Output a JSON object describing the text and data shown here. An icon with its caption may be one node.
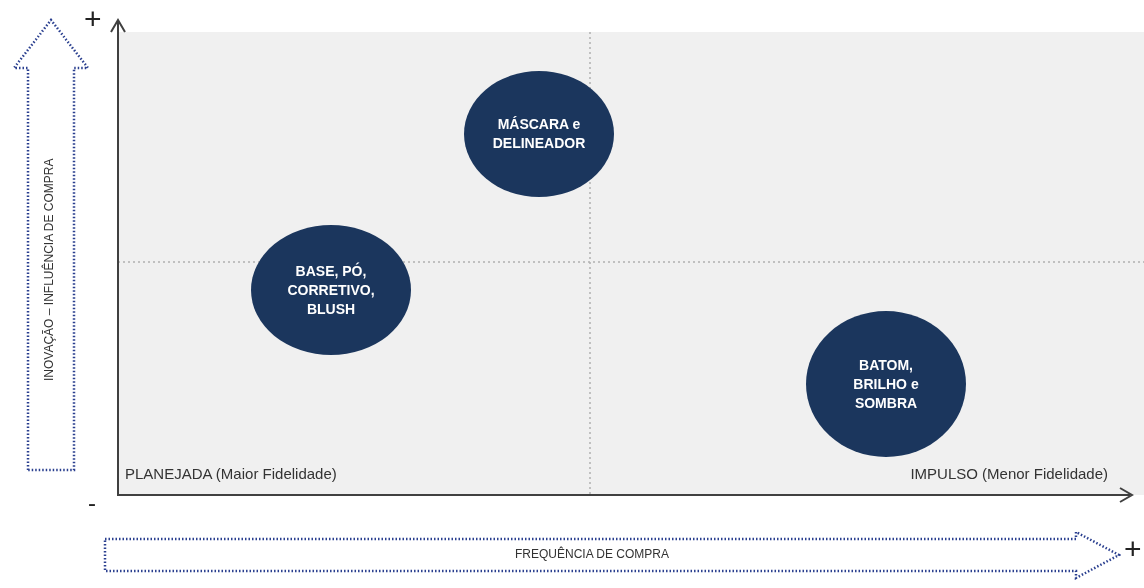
{
  "diagram": {
    "nodes": [
      {
        "text": [
          "INOVAÇÃO – INFLUÊNCIA DE COMPRA"
        ]
      },
      {
        "text": [
          "MÁSCARA e DELINEADOR"
        ]
      },
      {
        "text": [
          "BASE, PÓ, CORRETIVO, BLUSH"
        ]
      },
      {
        "text": [
          "BATOM, BRILHO e SOMBRA"
        ]
      },
      {
        "text": [
          "FREQUÊNCIA DE COMPRA"
        ]
      }
    ],
    "labels": [
      "+",
      "PLANEJADA (Maior Fidelidade)",
      "IMPULSO (Menor Fidelidade)",
      "-",
      "+"
    ]
  }
}
